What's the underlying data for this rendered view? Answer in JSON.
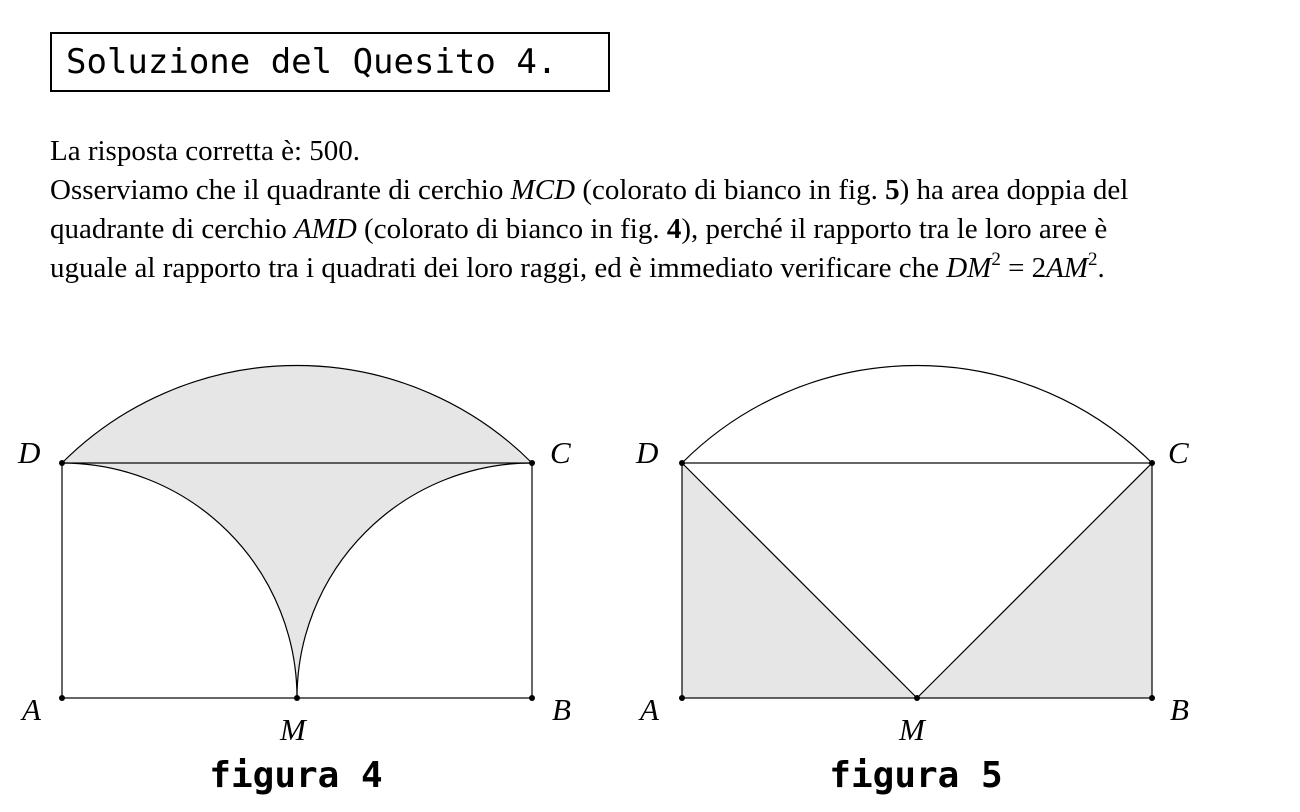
{
  "title": "Soluzione del Quesito 4.",
  "answer": {
    "label": "La risposta corretta è:",
    "value": "500."
  },
  "paragraph": {
    "p1": "Osserviamo che il quadrante di cerchio",
    "mcd": "MCD",
    "p2": "(colorato di bianco in fig.",
    "fig5": "5",
    "p3": ") ha area doppia del quadrante di cerchio",
    "amd": "AMD",
    "p4": "(colorato di bianco in fig.",
    "fig4": "4",
    "p5": "), perché il rapporto tra le loro aree è uguale al rapporto tra i quadrati dei loro raggi, ed è immediato verificare che",
    "dm": "DM",
    "exp1": "2",
    "eq": "= 2",
    "am": "AM",
    "exp2": "2",
    "end": "."
  },
  "figures": [
    {
      "caption": "figura 4",
      "labels": {
        "D": "D",
        "C": "C",
        "A": "A",
        "B": "B",
        "M": "M"
      }
    },
    {
      "caption": "figura 5",
      "labels": {
        "D": "D",
        "C": "C",
        "A": "A",
        "B": "B",
        "M": "M"
      }
    }
  ],
  "colors": {
    "shade": "#e6e6e6",
    "stroke": "#000000"
  }
}
